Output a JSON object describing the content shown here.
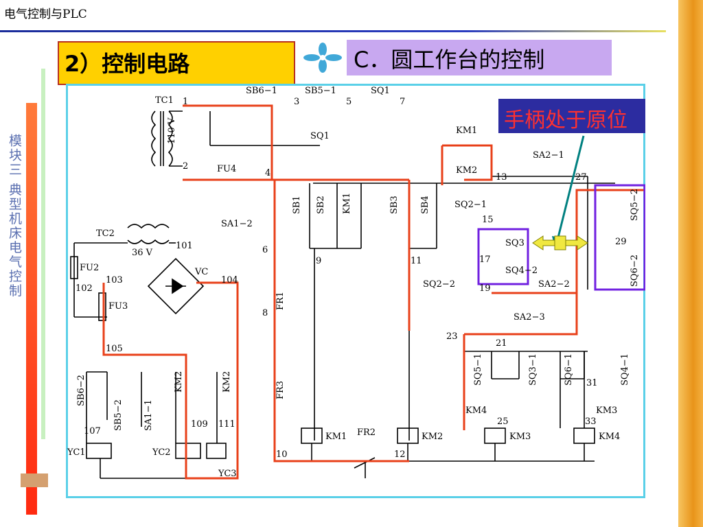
{
  "header": {
    "title": "电气控制与PLC"
  },
  "sidebar": {
    "text": "模块三 典型机床电气控制"
  },
  "section": {
    "title": "2）控制电路",
    "subtitle": "C．圆工作台的控制"
  },
  "callout": {
    "text": "手柄处于原位"
  },
  "icons": {
    "fan": "fan-icon"
  },
  "colors": {
    "circuit_highlight": "#e8401a",
    "purple_box": "#7020e0",
    "wire": "#000000",
    "arrow": "#e8e030"
  },
  "diagram": {
    "labels": {
      "tc1": "TC1",
      "n1": "1",
      "v110": "110 V",
      "n2": "2",
      "fu4": "FU4",
      "n4": "4",
      "sb61": "SB6−1",
      "n3": "3",
      "sb51": "SB5−1",
      "n5": "5",
      "sq1a": "SQ1",
      "n7": "7",
      "sq1b": "SQ1",
      "km1a": "KM1",
      "km2a": "KM2",
      "n13": "13",
      "sa21": "SA2−1",
      "n27": "27",
      "sb1": "SB1",
      "sb2": "SB2",
      "km1b": "KM1",
      "sb3": "SB3",
      "sb4": "SB4",
      "sq21": "SQ2−1",
      "n15": "15",
      "sq3a": "SQ3",
      "sq4a": "SQ4−2",
      "n17": "17",
      "n19": "19",
      "sa22": "SA2−2",
      "sq52": "SQ5−2",
      "n29": "29",
      "sq62": "SQ6−2",
      "sa12": "SA1−2",
      "n6": "6",
      "n9": "9",
      "n11": "11",
      "tc2": "TC2",
      "v36": "36 V",
      "n101": "101",
      "fu2": "FU2",
      "n102": "102",
      "n103": "103",
      "vc": "VC",
      "n104": "104",
      "fu3": "FU3",
      "fr1": "FR1",
      "n8": "8",
      "sq22": "SQ2−2",
      "sa23": "SA2−3",
      "n23": "23",
      "n21": "21",
      "sq51": "SQ5−1",
      "sq31": "SQ3−1",
      "sq61": "SQ6−1",
      "n31": "31",
      "sq41": "SQ4−1",
      "n105": "105",
      "sb62": "SB6−2",
      "sb52": "SB5−2",
      "sa11": "SA1−1",
      "km2b": "KM2",
      "km2c": "KM2",
      "fr3": "FR3",
      "km4a": "KM4",
      "n25": "25",
      "km3a": "KM3",
      "n33": "33",
      "n107": "107",
      "n109": "109",
      "n111": "111",
      "yc1": "YC1",
      "yc2": "YC2",
      "yc3": "YC3",
      "km1coil": "KM1",
      "fr2": "FR2",
      "km2coil": "KM2",
      "km3coil": "KM3",
      "km4coil": "KM4",
      "n10": "10",
      "n12": "12"
    }
  }
}
